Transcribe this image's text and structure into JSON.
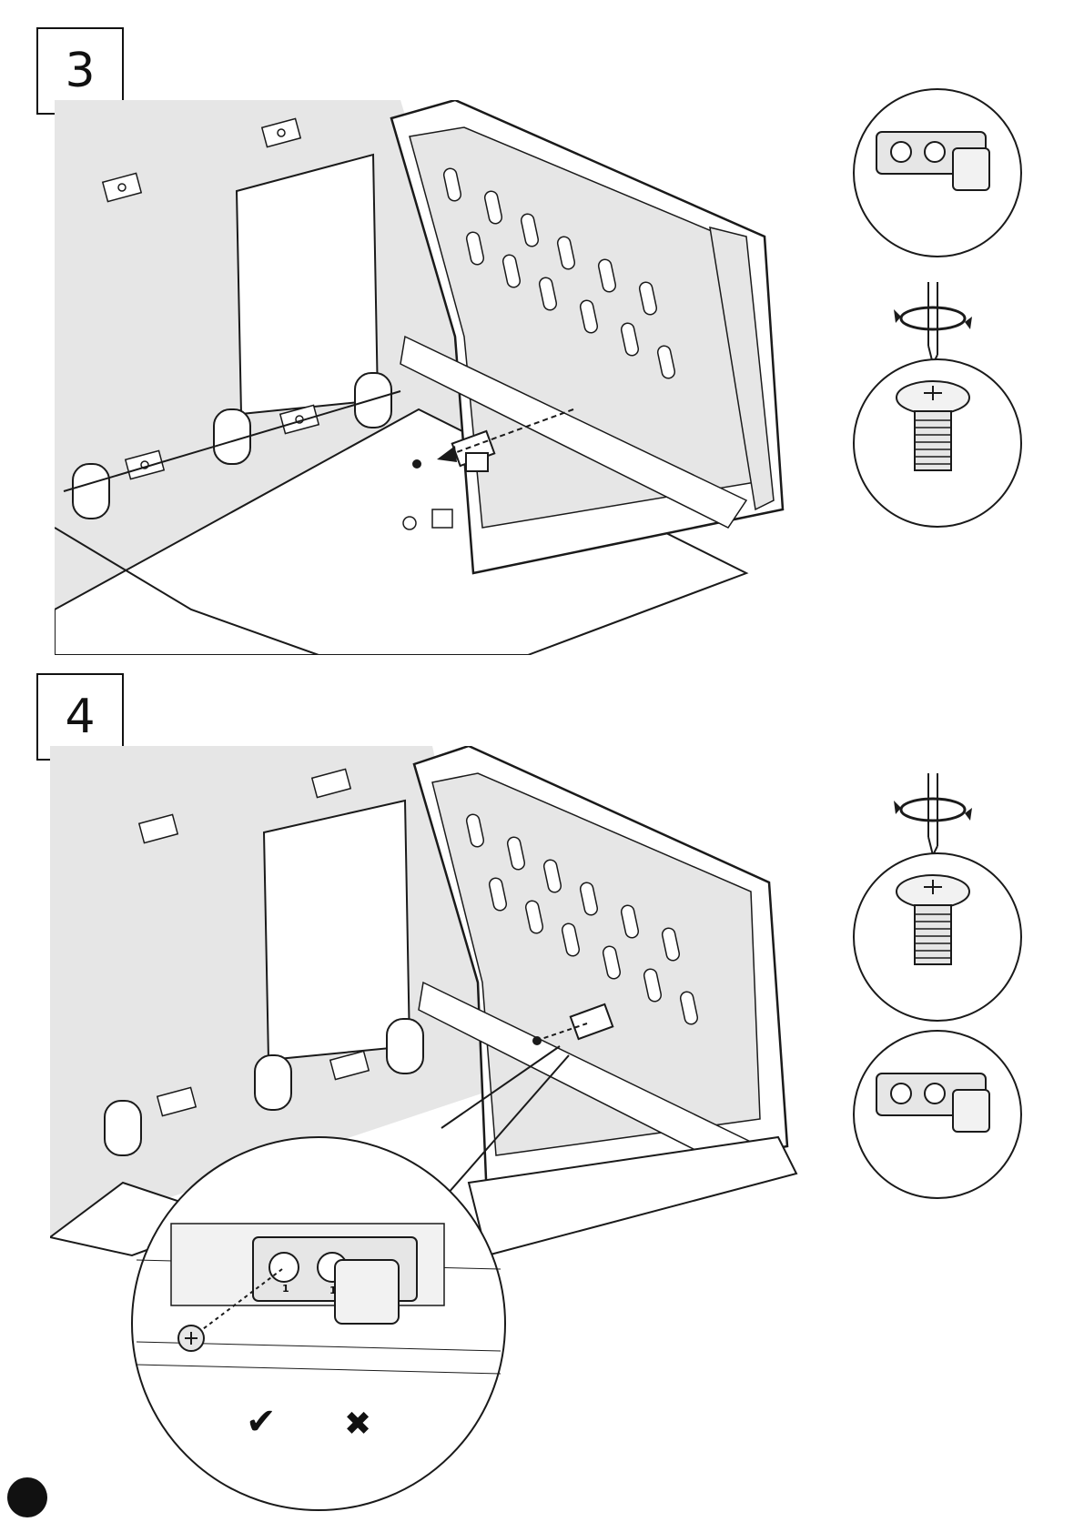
{
  "steps": [
    {
      "number": "3"
    },
    {
      "number": "4"
    }
  ],
  "detail_labels": {
    "hole_left": "1",
    "hole_right": "1"
  },
  "marks": {
    "correct": "✔",
    "incorrect": "✖"
  },
  "icons": [
    "screwdriver-rotate-icon",
    "screw-icon",
    "bracket-clip-icon",
    "check-icon",
    "cross-icon"
  ],
  "colors": {
    "panel_fill": "#e6e6e6",
    "line": "#1a1a1a",
    "background": "#ffffff"
  }
}
